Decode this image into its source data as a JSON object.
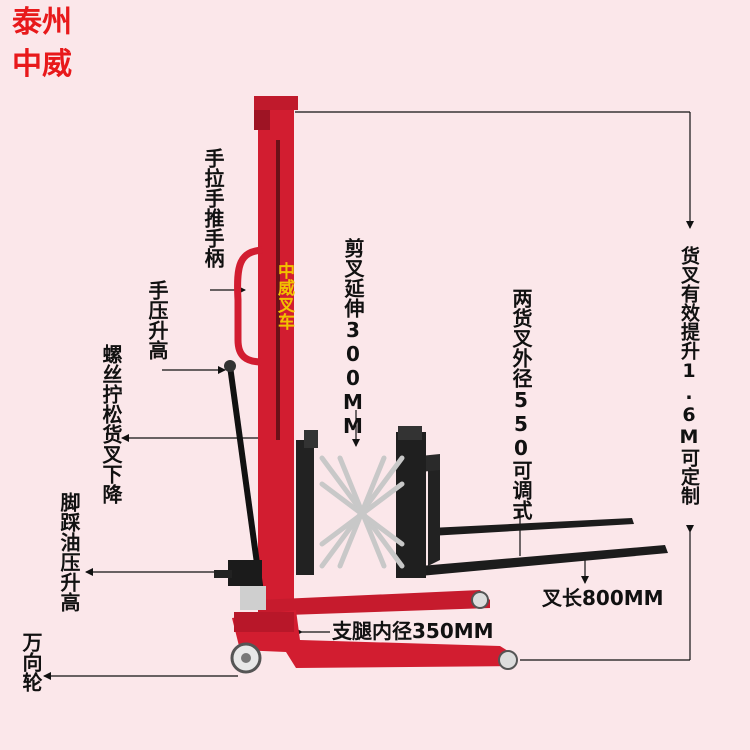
{
  "brand": {
    "line1": "泰州",
    "line2": "中威"
  },
  "mast_text": "中威叉车",
  "labels": {
    "hand_pull": "手拉手推手柄",
    "hand_press": "手压升高",
    "screw_lower": "螺丝拧松货叉下降",
    "foot_pump": "脚踩油压升高",
    "caster": "万向轮",
    "scissor_ext": "剪叉延伸300MM",
    "fork_width": "两货叉外径550可调式",
    "lift_height": "货叉有效提升1.6M可定制",
    "leg_width": "支腿内径350MM",
    "fork_length": "叉长800MM"
  },
  "colors": {
    "background": "#fbe7ea",
    "frame_red": "#d21d30",
    "brand_red": "#e8191b",
    "mast_text": "#f2c200"
  }
}
